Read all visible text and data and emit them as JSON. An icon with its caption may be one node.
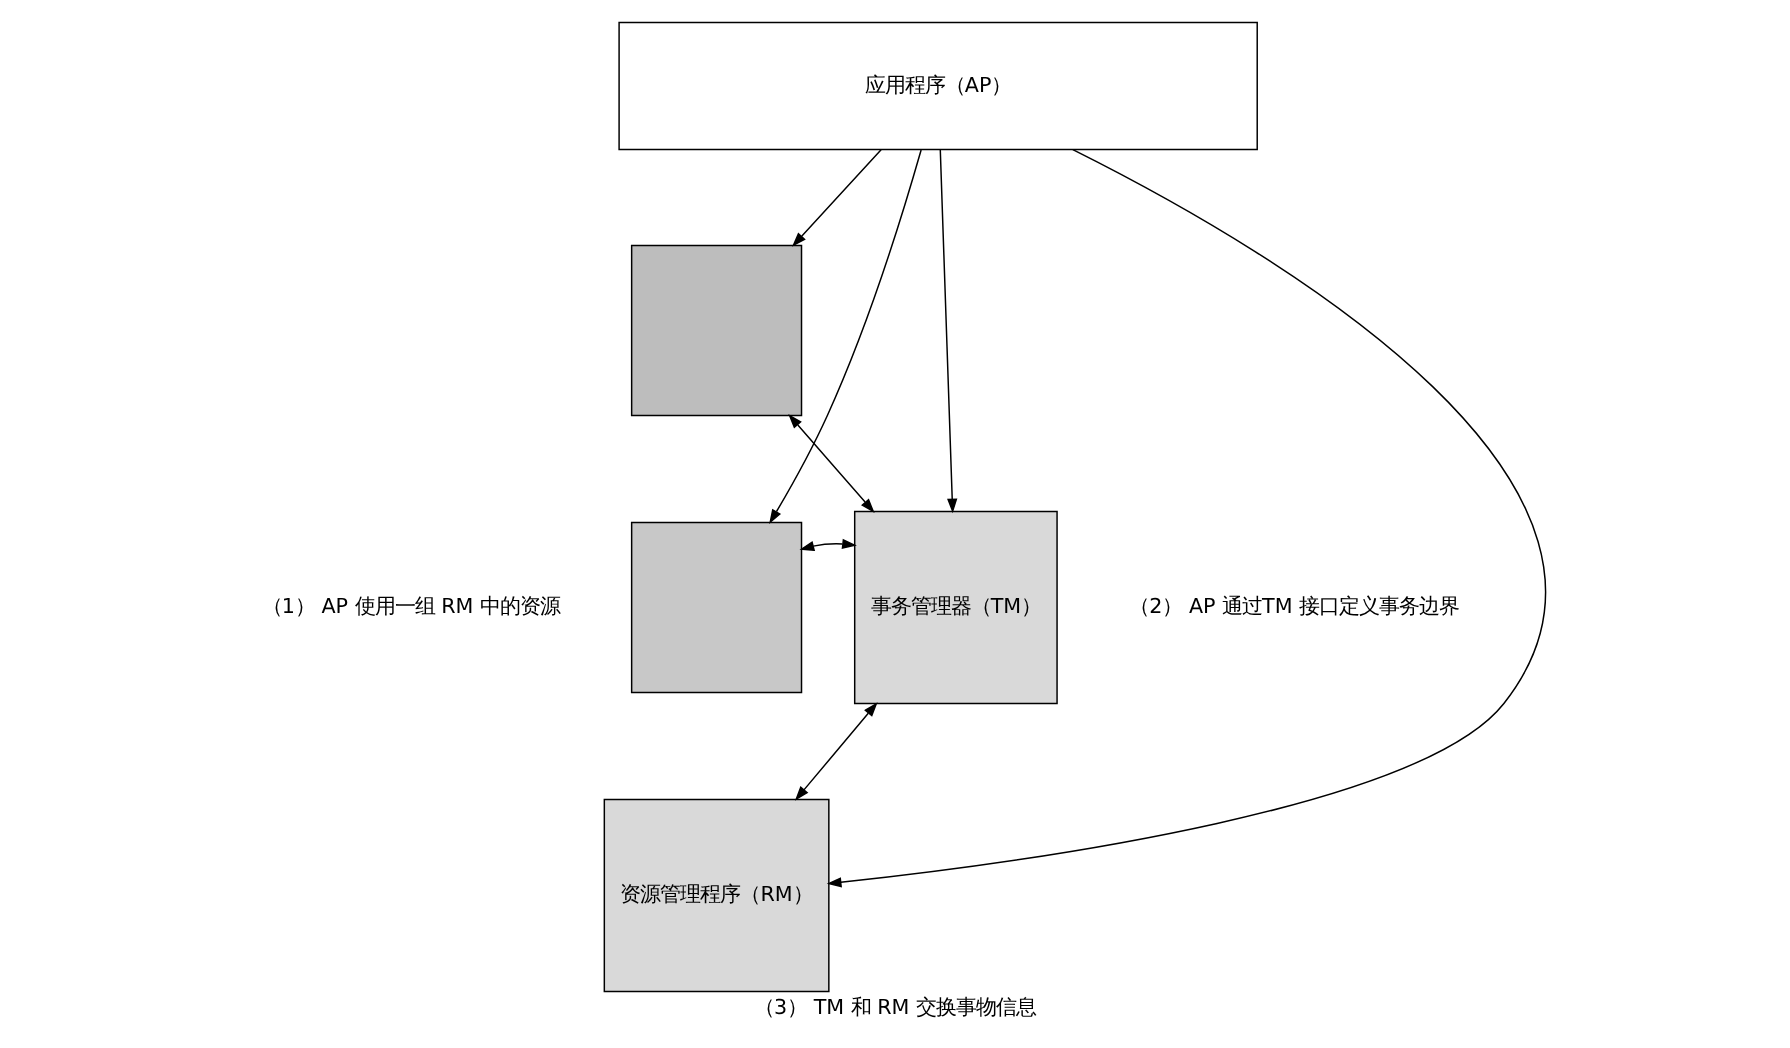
{
  "diagram": {
    "caption": "（3） TM 和 RM 交换事物信息",
    "nodes": [
      {
        "text": [
          "应用程序（AP）"
        ]
      },
      {
        "text": [],
        "shape": "box"
      },
      {
        "text": [],
        "shape": "box"
      },
      {
        "text": [
          "资源管理程序（RM）"
        ]
      },
      {
        "text": [
          "事务管理器（TM）"
        ]
      }
    ],
    "edges": [
      {
        "from": 0,
        "to": 1,
        "arrow": "to"
      },
      {
        "from": 0,
        "to": 2,
        "arrow": "to"
      },
      {
        "from": 0,
        "to": 3,
        "arrow": "to"
      },
      {
        "from": 0,
        "to": 4,
        "arrow": "to"
      },
      {
        "from": 1,
        "to": 4,
        "arrow": "both"
      },
      {
        "from": 2,
        "to": 4,
        "arrow": "both"
      },
      {
        "from": 3,
        "to": 4,
        "arrow": "both"
      }
    ],
    "labels": [
      "（1） AP 使用一组 RM 中的资源",
      "（2） AP 通过TM 接口定义事务边界"
    ]
  }
}
